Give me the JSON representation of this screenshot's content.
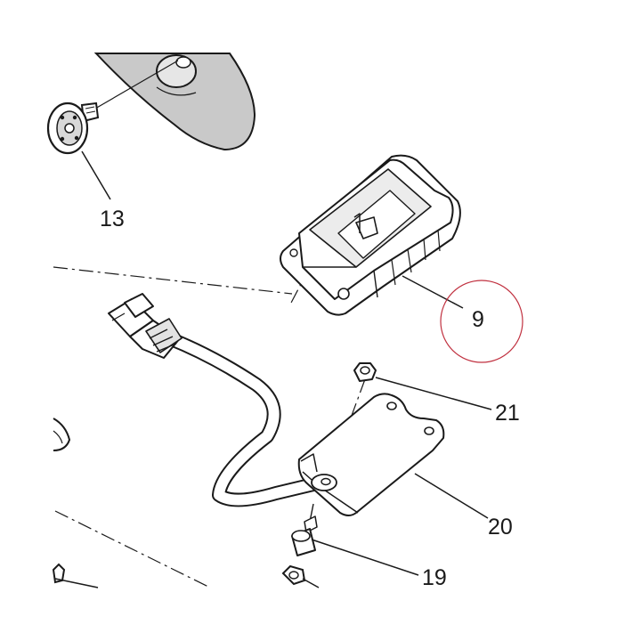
{
  "callouts": {
    "part_9": "9",
    "part_13": "13",
    "part_19": "19",
    "part_20": "20",
    "part_21": "21"
  },
  "colors": {
    "line": "#1a1a1a",
    "panel_shade": "#c9c9c9",
    "highlight_circle": "#c0303f"
  }
}
